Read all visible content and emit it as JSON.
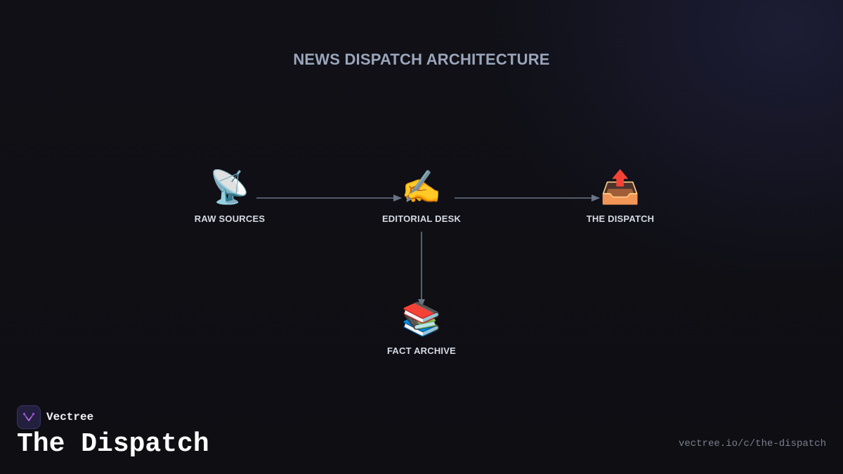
{
  "diagram": {
    "title": "NEWS DISPATCH ARCHITECTURE",
    "nodes": [
      {
        "id": "raw-sources",
        "icon": "📡",
        "icon_name": "satellite-dish-icon",
        "label": "RAW SOURCES"
      },
      {
        "id": "editorial-desk",
        "icon": "✍️",
        "icon_name": "writing-hand-icon",
        "label": "EDITORIAL DESK"
      },
      {
        "id": "the-dispatch",
        "icon": "📤",
        "icon_name": "outbox-tray-icon",
        "label": "THE DISPATCH"
      },
      {
        "id": "fact-archive",
        "icon": "📚",
        "icon_name": "books-icon",
        "label": "FACT ARCHIVE"
      }
    ],
    "edges": [
      {
        "from": "raw-sources",
        "to": "editorial-desk"
      },
      {
        "from": "editorial-desk",
        "to": "the-dispatch"
      },
      {
        "from": "editorial-desk",
        "to": "fact-archive"
      }
    ]
  },
  "footer": {
    "brand_name": "Vectree",
    "logo_icon": "vectree-logo-icon",
    "title": "The Dispatch",
    "url": "vectree.io/c/the-dispatch"
  },
  "colors": {
    "background": "#0f0f14",
    "title": "#9aa6bb",
    "label": "#d6dae3",
    "edge": "#6b7486",
    "logo_accent": "#9b4fd8"
  }
}
